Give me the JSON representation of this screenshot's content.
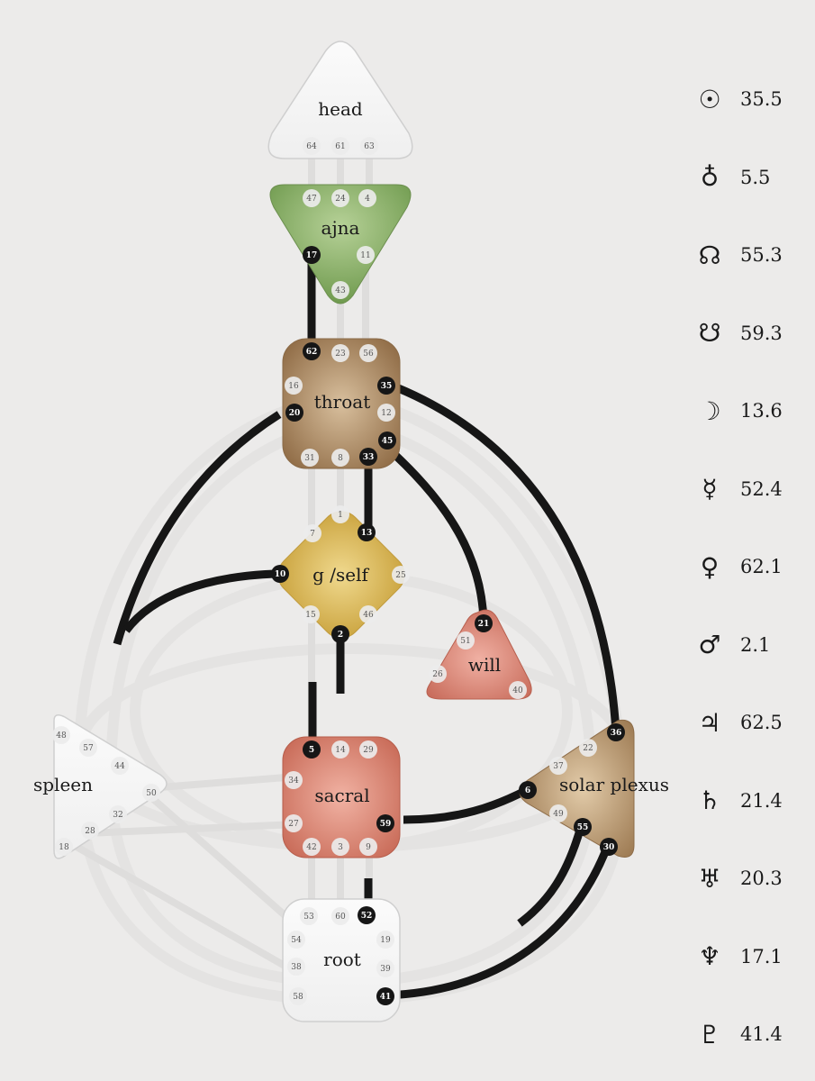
{
  "centers": {
    "head": {
      "label": "head",
      "gates": [
        "64",
        "61",
        "63"
      ]
    },
    "ajna": {
      "label": "ajna",
      "gates": [
        "47",
        "24",
        "4",
        "17",
        "11",
        "43"
      ]
    },
    "throat": {
      "label": "throat",
      "gates": [
        "62",
        "23",
        "56",
        "16",
        "35",
        "20",
        "12",
        "45",
        "31",
        "8",
        "33"
      ]
    },
    "g": {
      "label": "g /self",
      "gates": [
        "1",
        "7",
        "13",
        "10",
        "25",
        "15",
        "46",
        "2"
      ]
    },
    "will": {
      "label": "will",
      "gates": [
        "21",
        "51",
        "26",
        "40"
      ]
    },
    "spleen": {
      "label": "spleen",
      "gates": [
        "48",
        "57",
        "44",
        "50",
        "32",
        "28",
        "18"
      ]
    },
    "sacral": {
      "label": "sacral",
      "gates": [
        "5",
        "14",
        "29",
        "34",
        "27",
        "59",
        "42",
        "3",
        "9"
      ]
    },
    "solar": {
      "label": "solar plexus",
      "gates": [
        "36",
        "22",
        "37",
        "6",
        "49",
        "55",
        "30"
      ]
    },
    "root": {
      "label": "root",
      "gates": [
        "53",
        "60",
        "52",
        "54",
        "19",
        "38",
        "39",
        "58",
        "41"
      ]
    }
  },
  "active_gates": [
    "17",
    "62",
    "35",
    "20",
    "45",
    "33",
    "13",
    "10",
    "2",
    "21",
    "5",
    "59",
    "36",
    "6",
    "55",
    "30",
    "52",
    "41"
  ],
  "colors": {
    "ink": "#161616",
    "ajna": "#7aa45a",
    "throat": "#9c7650",
    "g": "#d4b04c",
    "will": "#d07766",
    "sacral": "#cf7562",
    "solar": "#a88560",
    "white": "#f4f4f4"
  },
  "planets": [
    {
      "glyph": "☉",
      "value": "35.5",
      "icon": "sun-icon"
    },
    {
      "glyph": "♁",
      "value": "5.5",
      "icon": "earth-icon"
    },
    {
      "glyph": "☊",
      "value": "55.3",
      "icon": "north-node-icon"
    },
    {
      "glyph": "☋",
      "value": "59.3",
      "icon": "south-node-icon"
    },
    {
      "glyph": "☽",
      "value": "13.6",
      "icon": "moon-icon"
    },
    {
      "glyph": "☿",
      "value": "52.4",
      "icon": "mercury-icon"
    },
    {
      "glyph": "♀",
      "value": "62.1",
      "icon": "venus-icon"
    },
    {
      "glyph": "♂",
      "value": "2.1",
      "icon": "mars-icon"
    },
    {
      "glyph": "♃",
      "value": "62.5",
      "icon": "jupiter-icon"
    },
    {
      "glyph": "♄",
      "value": "21.4",
      "icon": "saturn-icon"
    },
    {
      "glyph": "♅",
      "value": "20.3",
      "icon": "uranus-icon"
    },
    {
      "glyph": "♆",
      "value": "17.1",
      "icon": "neptune-icon"
    },
    {
      "glyph": "♇",
      "value": "41.4",
      "icon": "pluto-icon"
    }
  ]
}
